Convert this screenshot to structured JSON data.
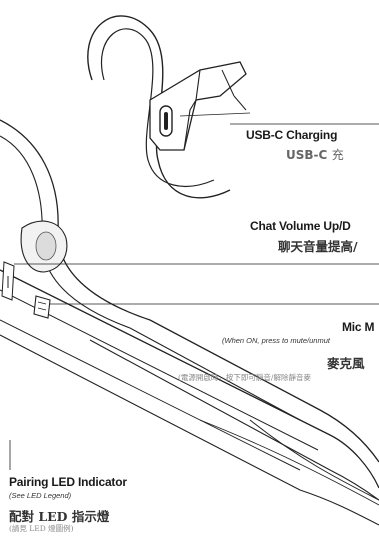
{
  "callouts": {
    "usb_c": {
      "title": "USB-C Charging",
      "zh_prefix": "USB-C",
      "zh_rest": "充"
    },
    "volume": {
      "title": "Chat Volume Up/D",
      "zh": "聊天音量提高/"
    },
    "mic": {
      "title": "Mic M",
      "note": "(When ON, press to mute/unmut",
      "zh": "麥克風",
      "zh_note": "(電源開啟時，按下即可靜音/解除靜音麥"
    },
    "pairing": {
      "title": "Pairing LED Indicator",
      "note": "(See LED Legend)",
      "zh": "配對 LED 指示燈",
      "zh_note": "(請見 LED 燈圖例)"
    }
  },
  "colors": {
    "line": "#222222",
    "text_primary": "#1a1a1a",
    "text_muted": "#888888"
  }
}
